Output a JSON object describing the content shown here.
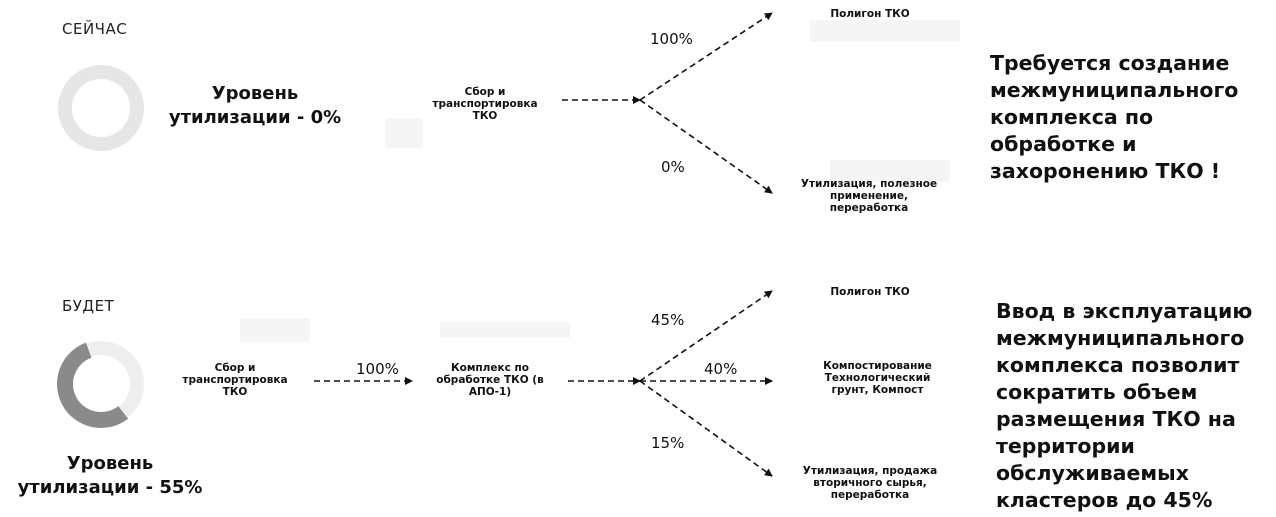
{
  "now": {
    "label": "СЕЙЧАС",
    "level_line1": "Уровень",
    "level_line2": "утилизации - 0%",
    "collect": [
      "Сбор и",
      "транспортировка",
      "ТКО"
    ],
    "landfill": "Полигон ТКО",
    "landfill_pct": "100%",
    "recycle": [
      "Утилизация, полезное",
      "применение,",
      "переработка"
    ],
    "recycle_pct": "0%",
    "note": [
      "Требуется создание",
      "межмуниципального",
      "комплекса по",
      "обработке и",
      "захоронению ТКО !"
    ]
  },
  "future": {
    "label": "БУДЕТ",
    "level_line1": "Уровень",
    "level_line2": "утилизации - 55%",
    "level_value": 55,
    "collect": [
      "Сбор и",
      "транспортировка",
      "ТКО"
    ],
    "to_complex_pct": "100%",
    "complex": [
      "Комплекс по",
      "обработке ТКО (в",
      "АПО-1)"
    ],
    "landfill": "Полигон ТКО",
    "landfill_pct": "45%",
    "compost": [
      "Компостирование",
      "Технологический",
      "грунт, Компост"
    ],
    "compost_pct": "40%",
    "recycle": [
      "Утилизация, продажа",
      "вторичного сырья,",
      "переработка"
    ],
    "recycle_pct": "15%",
    "note": [
      "Ввод в эксплуатацию",
      "межмуниципального",
      "комплекса позволит",
      "сократить объем",
      "размещения ТКО на",
      "территории",
      "обслуживаемых",
      "кластеров до 45%"
    ]
  },
  "colors": {
    "ring": "#8a8a8a",
    "ring_empty": "#e6e6e6",
    "arrow": "#111111"
  }
}
